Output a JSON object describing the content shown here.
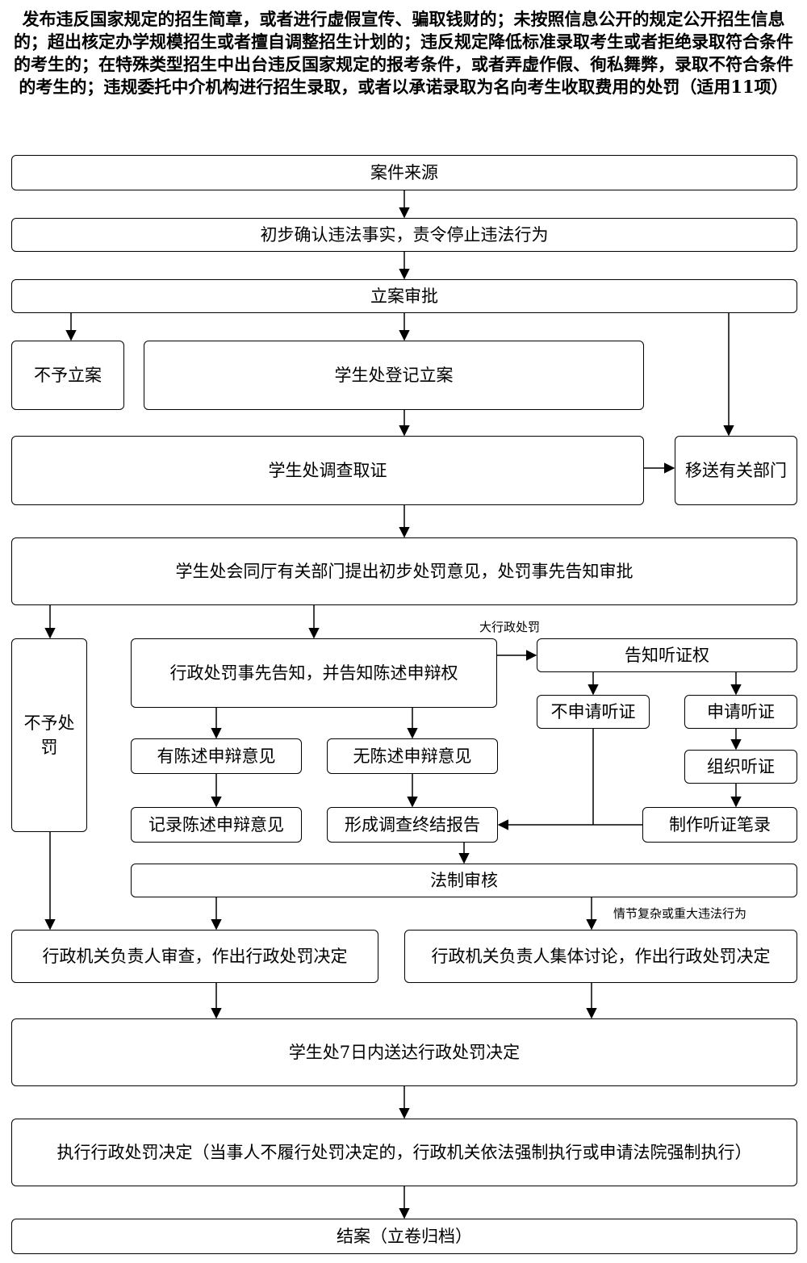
{
  "title": "发布违反国家规定的招生简章，或者进行虚假宣传、骗取钱财的；未按照信息公开的规定公开招生信息的；超出核定办学规模招生或者擅自调整招生计划的；违反规定降低标准录取考生或者拒绝录取符合条件的考生的；在特殊类型招生中出台违反国家规定的报考条件，或者弄虚作假、徇私舞弊，录取不符合条件的考生的；违规委托中介机构进行招生录取，或者以承诺录取为名向考生收取费用的处罚（适用11项）",
  "nodes": {
    "case_source": "案件来源",
    "preliminary_confirm": "初步确认违法事实，责令停止违法行为",
    "filing_approval": "立案审批",
    "no_filing": "不予立案",
    "register_filing": "学生处登记立案",
    "investigate": "学生处调查取证",
    "transfer": "移送有关部门",
    "preliminary_opinion": "学生处会同厅有关部门提出初步处罚意见，处罚事先告知审批",
    "no_penalty": "不予处罚",
    "prior_notice": "行政处罚事先告知，并告知陈述申辩权",
    "hearing_right": "告知听证权",
    "no_hearing": "不申请听证",
    "apply_hearing": "申请听证",
    "organize_hearing": "组织听证",
    "hearing_record": "制作听证笔录",
    "has_statement": "有陈述申辩意见",
    "no_statement": "无陈述申辩意见",
    "record_statement": "记录陈述申辩意见",
    "final_report": "形成调查终结报告",
    "legal_review": "法制审核",
    "head_review": "行政机关负责人审查，作出行政处罚决定",
    "collective_discussion": "行政机关负责人集体讨论，作出行政处罚决定",
    "deliver_decision": "学生处7日内送达行政处罚决定",
    "execute_decision": "执行行政处罚决定（当事人不履行处罚决定的，行政机关依法强制执行或申请法院强制执行）",
    "close_case": "结案（立卷归档）"
  },
  "notes": {
    "major_penalty": "大行政处罚",
    "complex_case": "情节复杂或重大违法行为"
  }
}
